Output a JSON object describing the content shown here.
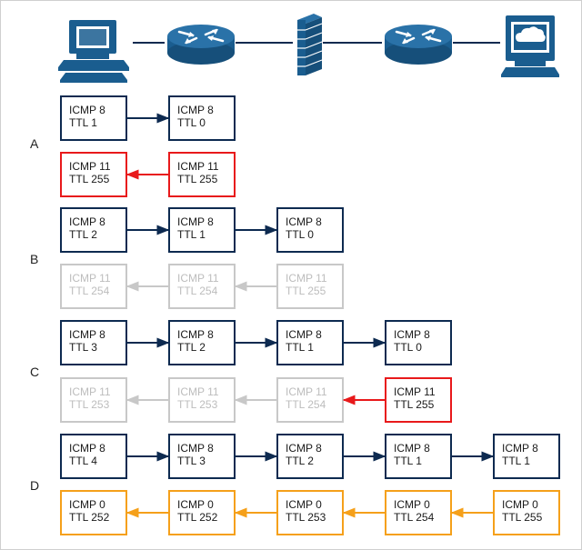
{
  "colors": {
    "navy": "#0d2a50",
    "device": "#1a5d8f",
    "red": "#e8191b",
    "gray": "#c8c8c8",
    "gray_text": "#bdbdbd",
    "orange": "#f5a01a",
    "text": "#1a1a1a",
    "link": "#0d2a50"
  },
  "topology": {
    "devices": [
      {
        "name": "source-computer-icon"
      },
      {
        "name": "router-1-icon"
      },
      {
        "name": "firewall-icon"
      },
      {
        "name": "router-2-icon"
      },
      {
        "name": "destination-server-icon"
      }
    ]
  },
  "rows": [
    {
      "label": "A",
      "probes": [
        {
          "type": "ICMP 8",
          "ttl": "TTL 1"
        },
        {
          "type": "ICMP 8",
          "ttl": "TTL 0"
        }
      ],
      "probe_style": "navy",
      "replies": [
        {
          "type": "ICMP 11",
          "ttl": "TTL 255"
        },
        {
          "type": "ICMP 11",
          "ttl": "TTL 255"
        }
      ],
      "reply_styles": [
        "red",
        "red"
      ],
      "reply_arrow_styles": [
        "red"
      ]
    },
    {
      "label": "B",
      "probes": [
        {
          "type": "ICMP 8",
          "ttl": "TTL 2"
        },
        {
          "type": "ICMP 8",
          "ttl": "TTL 1"
        },
        {
          "type": "ICMP 8",
          "ttl": "TTL 0"
        }
      ],
      "probe_style": "navy",
      "replies": [
        {
          "type": "ICMP 11",
          "ttl": "TTL 254"
        },
        {
          "type": "ICMP 11",
          "ttl": "TTL 254"
        },
        {
          "type": "ICMP 11",
          "ttl": "TTL 255"
        }
      ],
      "reply_styles": [
        "gray",
        "gray",
        "gray"
      ],
      "reply_arrow_styles": [
        "gray",
        "gray"
      ]
    },
    {
      "label": "C",
      "probes": [
        {
          "type": "ICMP 8",
          "ttl": "TTL 3"
        },
        {
          "type": "ICMP 8",
          "ttl": "TTL 2"
        },
        {
          "type": "ICMP 8",
          "ttl": "TTL 1"
        },
        {
          "type": "ICMP 8",
          "ttl": "TTL 0"
        }
      ],
      "probe_style": "navy",
      "replies": [
        {
          "type": "ICMP 11",
          "ttl": "TTL 253"
        },
        {
          "type": "ICMP 11",
          "ttl": "TTL 253"
        },
        {
          "type": "ICMP 11",
          "ttl": "TTL 254"
        },
        {
          "type": "ICMP 11",
          "ttl": "TTL 255"
        }
      ],
      "reply_styles": [
        "gray",
        "gray",
        "gray",
        "red"
      ],
      "reply_arrow_styles": [
        "gray",
        "gray",
        "red"
      ]
    },
    {
      "label": "D",
      "probes": [
        {
          "type": "ICMP 8",
          "ttl": "TTL 4"
        },
        {
          "type": "ICMP 8",
          "ttl": "TTL 3"
        },
        {
          "type": "ICMP 8",
          "ttl": "TTL 2"
        },
        {
          "type": "ICMP 8",
          "ttl": "TTL 1"
        },
        {
          "type": "ICMP 8",
          "ttl": "TTL 1"
        }
      ],
      "probe_style": "navy",
      "replies": [
        {
          "type": "ICMP 0",
          "ttl": "TTL 252"
        },
        {
          "type": "ICMP 0",
          "ttl": "TTL 252"
        },
        {
          "type": "ICMP 0",
          "ttl": "TTL 253"
        },
        {
          "type": "ICMP 0",
          "ttl": "TTL 254"
        },
        {
          "type": "ICMP 0",
          "ttl": "TTL 255"
        }
      ],
      "reply_styles": [
        "orange",
        "orange",
        "orange",
        "orange",
        "orange"
      ],
      "reply_arrow_styles": [
        "orange",
        "orange",
        "orange",
        "orange"
      ]
    }
  ]
}
